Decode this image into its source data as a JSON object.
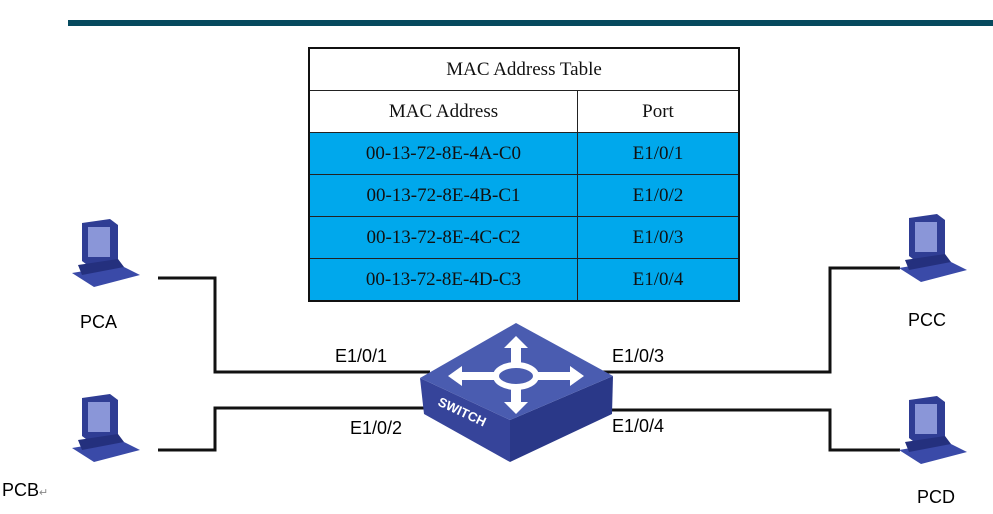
{
  "table": {
    "title": "MAC Address Table",
    "headers": [
      "MAC Address",
      "Port"
    ],
    "rows": [
      {
        "mac": "00-13-72-8E-4A-C0",
        "port": "E1/0/1"
      },
      {
        "mac": "00-13-72-8E-4B-C1",
        "port": "E1/0/2"
      },
      {
        "mac": "00-13-72-8E-4C-C2",
        "port": "E1/0/3"
      },
      {
        "mac": "00-13-72-8E-4D-C3",
        "port": "E1/0/4"
      }
    ]
  },
  "hosts": {
    "pca": "PCA",
    "pcb": "PCB",
    "pcc": "PCC",
    "pcd": "PCD"
  },
  "ports": {
    "p1": "E1/0/1",
    "p2": "E1/0/2",
    "p3": "E1/0/3",
    "p4": "E1/0/4"
  },
  "switch_label": "SWITCH",
  "pcb_mark": "↵",
  "colors": {
    "accent_bar": "#064a5e",
    "row_fill": "#00a8ec",
    "device": "#3a4aa0"
  }
}
